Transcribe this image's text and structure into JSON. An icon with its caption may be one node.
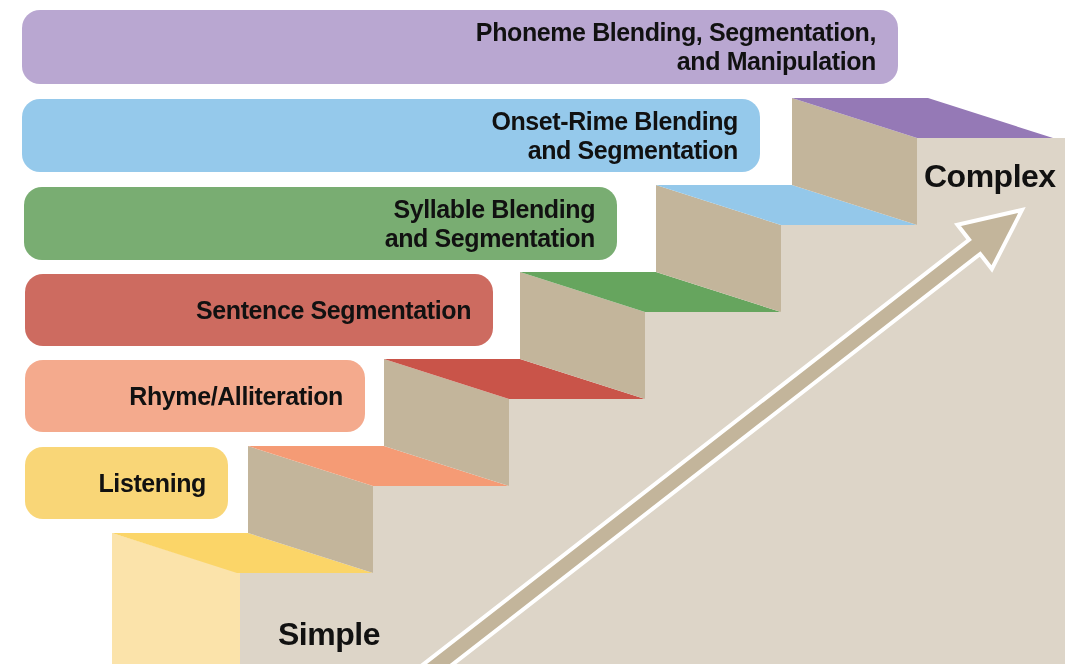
{
  "diagram": {
    "nodes": [
      {
        "text": [
          "Phoneme Blending, Segmentation, and Manipulation"
        ]
      },
      {
        "text": [
          "Onset-Rime Blending and Segmentation"
        ]
      },
      {
        "text": [
          "Syllable Blending and Segmentation"
        ]
      },
      {
        "text": [
          "Sentence Segmentation"
        ]
      },
      {
        "text": [
          "Rhyme/Alliteration"
        ]
      },
      {
        "text": [
          "Listening"
        ]
      }
    ],
    "labels": [
      "Complex",
      "Simple"
    ]
  }
}
